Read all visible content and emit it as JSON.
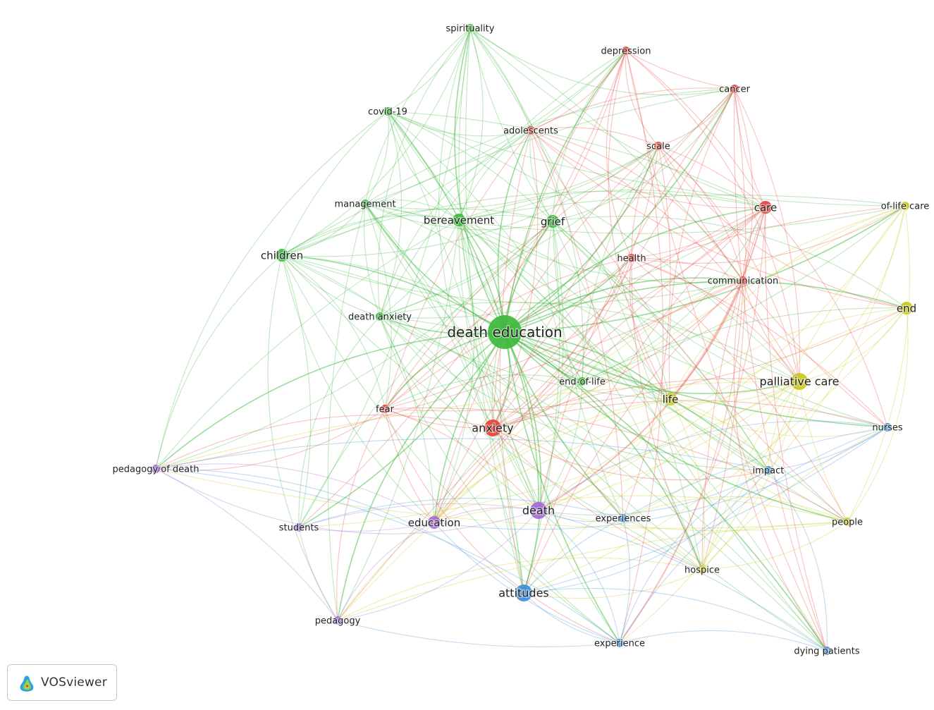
{
  "colors": {
    "cluster_green": "#3cb93c",
    "cluster_red": "#e8413c",
    "cluster_yellow": "#c8c81a",
    "cluster_blue": "#3c8fd8",
    "cluster_purple": "#a46ad4"
  },
  "nodes": [
    {
      "label": "death education",
      "cluster": "green",
      "weight": 5
    },
    {
      "label": "spirituality",
      "cluster": "green",
      "weight": 1
    },
    {
      "label": "covid-19",
      "cluster": "green",
      "weight": 1
    },
    {
      "label": "management",
      "cluster": "green",
      "weight": 1
    },
    {
      "label": "bereavement",
      "cluster": "green",
      "weight": 2
    },
    {
      "label": "grief",
      "cluster": "green",
      "weight": 2
    },
    {
      "label": "children",
      "cluster": "green",
      "weight": 2
    },
    {
      "label": "death anxiety",
      "cluster": "green",
      "weight": 1
    },
    {
      "label": "end-of-life",
      "cluster": "green",
      "weight": 1
    },
    {
      "label": "depression",
      "cluster": "red",
      "weight": 1
    },
    {
      "label": "cancer",
      "cluster": "red",
      "weight": 1
    },
    {
      "label": "adolescents",
      "cluster": "red",
      "weight": 1
    },
    {
      "label": "scale",
      "cluster": "red",
      "weight": 1
    },
    {
      "label": "care",
      "cluster": "red",
      "weight": 2
    },
    {
      "label": "health",
      "cluster": "red",
      "weight": 1
    },
    {
      "label": "communication",
      "cluster": "red",
      "weight": 1
    },
    {
      "label": "fear",
      "cluster": "red",
      "weight": 1
    },
    {
      "label": "anxiety",
      "cluster": "red",
      "weight": 3
    },
    {
      "label": "of-life care",
      "cluster": "yellow",
      "weight": 1
    },
    {
      "label": "end",
      "cluster": "yellow",
      "weight": 2
    },
    {
      "label": "palliative care",
      "cluster": "yellow",
      "weight": 3
    },
    {
      "label": "life",
      "cluster": "yellow",
      "weight": 2
    },
    {
      "label": "people",
      "cluster": "yellow",
      "weight": 1
    },
    {
      "label": "hospice",
      "cluster": "yellow",
      "weight": 1
    },
    {
      "label": "nurses",
      "cluster": "blue",
      "weight": 1
    },
    {
      "label": "impact",
      "cluster": "blue",
      "weight": 1
    },
    {
      "label": "experiences",
      "cluster": "blue",
      "weight": 1
    },
    {
      "label": "attitudes",
      "cluster": "blue",
      "weight": 3
    },
    {
      "label": "experience",
      "cluster": "blue",
      "weight": 1
    },
    {
      "label": "dying patients",
      "cluster": "blue",
      "weight": 1
    },
    {
      "label": "pedagogy of death",
      "cluster": "purple",
      "weight": 1
    },
    {
      "label": "students",
      "cluster": "purple",
      "weight": 1
    },
    {
      "label": "education",
      "cluster": "purple",
      "weight": 2
    },
    {
      "label": "death",
      "cluster": "purple",
      "weight": 3
    },
    {
      "label": "pedagogy",
      "cluster": "purple",
      "weight": 1
    }
  ],
  "logo": {
    "text": "VOSviewer",
    "icon": "vosviewer-logo-icon"
  }
}
